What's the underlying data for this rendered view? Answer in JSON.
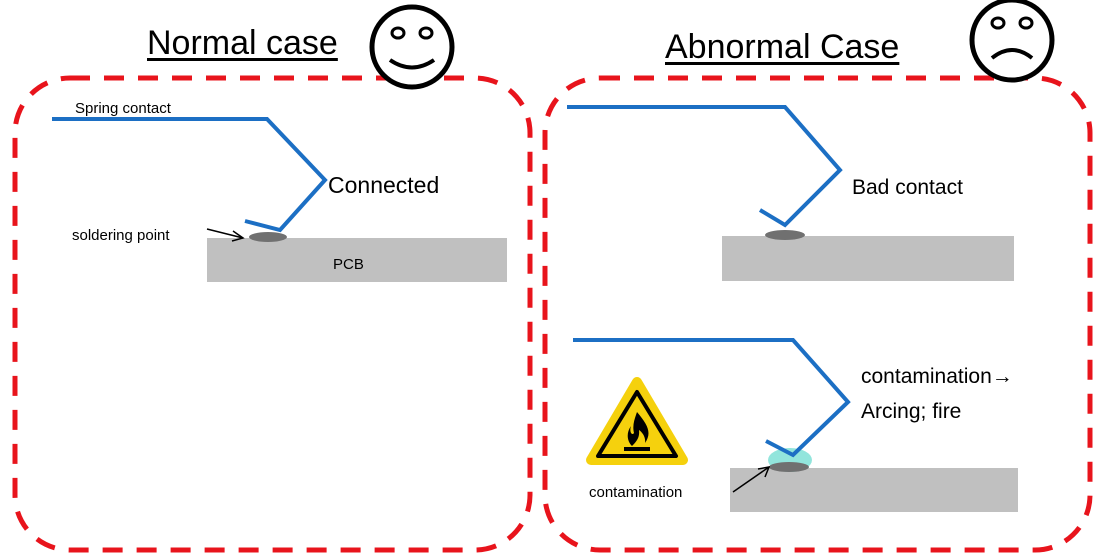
{
  "normal": {
    "title": "Normal case",
    "face": "smiley-face",
    "labels": {
      "spring_contact": "Spring contact",
      "connected": "Connected",
      "soldering_point": "soldering point",
      "pcb": "PCB"
    }
  },
  "abnormal": {
    "title": "Abnormal Case",
    "face": "sad-face",
    "labels": {
      "bad_contact": "Bad contact",
      "contamination_arrow_line1": "contamination→",
      "contamination_arrow_line2": "Arcing; fire",
      "contamination": "contamination"
    },
    "warning_icon": "flammable-warning-icon"
  },
  "colors": {
    "boundary": "#e8141c",
    "spring": "#1c6fc4",
    "pcb": "#c0c0c0",
    "solder": "#707070",
    "contamination": "#7fe0d6",
    "warning": "#f5d10d"
  }
}
